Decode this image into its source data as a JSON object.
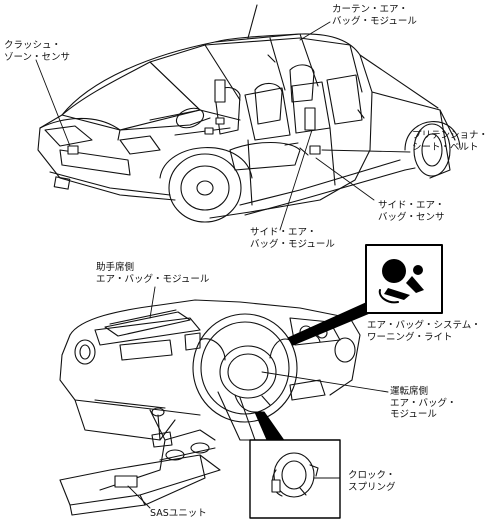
{
  "labels": {
    "crash_zone_sensor": [
      "クラッシュ・",
      "ゾーン・センサ"
    ],
    "curtain_airbag_module": [
      "カーテン・エア・",
      "バッグ・モジュール"
    ],
    "pretensioner_seatbelt": [
      "プリテンショナ・",
      "シート・ベルト"
    ],
    "side_airbag_sensor": [
      "サイド・エア・",
      "バッグ・センサ"
    ],
    "side_airbag_module": [
      "サイド・エア・",
      "バッグ・モジュール"
    ],
    "passenger_airbag_module": [
      "助手席側",
      "エア・バッグ・モジュール"
    ],
    "airbag_warning_light": [
      "エア・バッグ・システム・",
      "ワーニング・ライト"
    ],
    "driver_airbag_module": [
      "運転席側",
      "エア・バッグ・",
      "モジュール"
    ],
    "clock_spring": [
      "クロック・",
      "スプリング"
    ],
    "sas_unit": [
      "SASユニット"
    ]
  },
  "colors": {
    "line": "#111111",
    "fill": "#ffffff",
    "highlight": "#000000"
  }
}
